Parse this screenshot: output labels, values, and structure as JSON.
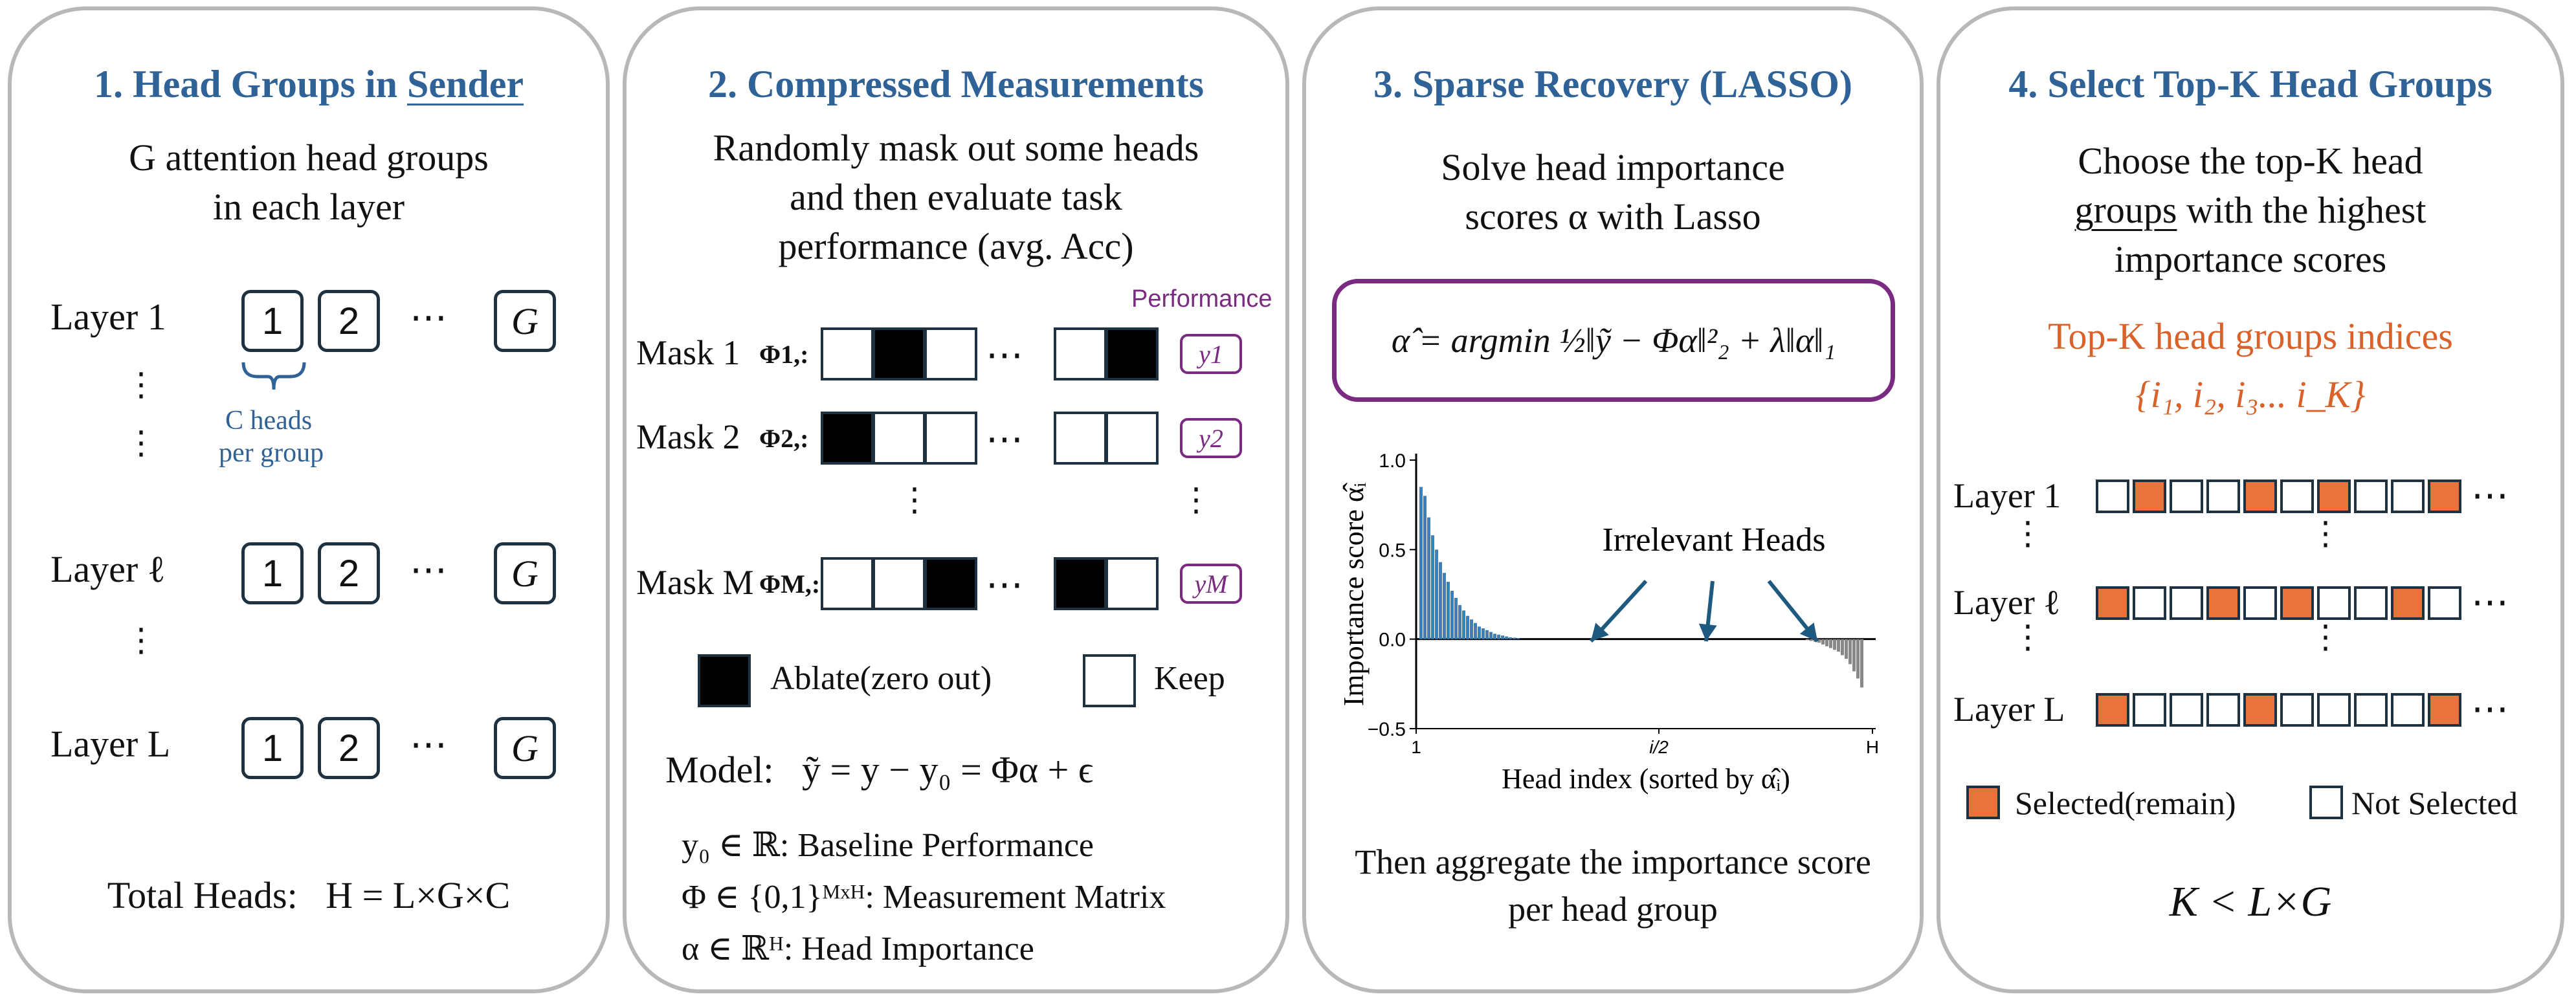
{
  "panels": [
    {
      "title_prefix": "1. Head Groups in ",
      "title_underlined": "Sender",
      "intro_line1": "G attention head groups",
      "intro_line2": "in each layer",
      "layers": [
        "Layer 1",
        "Layer ℓ",
        "Layer L"
      ],
      "group_labels": [
        "1",
        "2",
        "G"
      ],
      "brace_line1": "C heads",
      "brace_line2": "per group",
      "total": "Total Heads:   H = L×G×C"
    },
    {
      "title": "2. Compressed Measurements",
      "intro": [
        "Randomly mask out some heads",
        "and then evaluate task",
        "performance (avg. Acc)"
      ],
      "performance_label": "Performance",
      "masks": [
        {
          "label": "Mask 1",
          "phi": "Φ1,:",
          "y": "y1",
          "cells": [
            0,
            1,
            0,
            0,
            1
          ]
        },
        {
          "label": "Mask 2",
          "phi": "Φ2,:",
          "y": "y2",
          "cells": [
            1,
            0,
            0,
            0,
            0
          ]
        },
        {
          "label": "Mask M",
          "phi": "ΦM,:",
          "y": "yM",
          "cells": [
            0,
            0,
            1,
            1,
            0
          ]
        }
      ],
      "legend_ablate": "Ablate(zero out)",
      "legend_keep": "Keep",
      "model": "Model:   ỹ = y − y₀ = Φα + ϵ",
      "defs": [
        "y₀ ∈ ℝ: Baseline Performance",
        "Φ ∈ {0,1}ᴹˣᴴ: Measurement Matrix",
        "α ∈ ℝᴴ: Head Importance"
      ]
    },
    {
      "title": "3. Sparse Recovery (LASSO)",
      "intro": [
        "Solve head importance",
        "scores α with Lasso"
      ],
      "equation": "α̂ = argmin ½‖ỹ − Φα‖²₂ + λ‖α‖₁",
      "annotation": "Irrelevant Heads",
      "outro": [
        "Then aggregate the importance score",
        "per head group"
      ]
    },
    {
      "title": "4. Select Top-K Head Groups",
      "intro": [
        "Choose the top-K head",
        "groups",
        " with the highest",
        "importance scores"
      ],
      "topk_label": "Top-K head groups indices",
      "topk_set": "{i₁, i₂, i₃... i_K}",
      "rows": [
        {
          "label": "Layer 1",
          "selected": [
            0,
            1,
            0,
            0,
            1,
            0,
            1,
            0,
            0,
            1
          ]
        },
        {
          "label": "Layer ℓ",
          "selected": [
            1,
            0,
            0,
            1,
            0,
            1,
            0,
            0,
            1,
            0
          ]
        },
        {
          "label": "Layer L",
          "selected": [
            1,
            0,
            0,
            0,
            1,
            0,
            0,
            0,
            0,
            1
          ]
        }
      ],
      "legend_selected": "Selected(remain)",
      "legend_not": "Not Selected",
      "constraint": "K < L×G"
    }
  ],
  "chart_data": {
    "type": "bar",
    "ylabel": "Importance score α̂ᵢ",
    "xlabel": "Head index (sorted by α̂ᵢ)",
    "xticks": [
      "1",
      "i/2",
      "H"
    ],
    "yticks": [
      "1.0",
      "0.5",
      "0.0",
      "−0.5"
    ],
    "ylim": [
      -0.5,
      1.0
    ],
    "values_head": [
      0.85,
      0.8,
      0.68,
      0.58,
      0.5,
      0.43,
      0.37,
      0.32,
      0.27,
      0.23,
      0.19,
      0.16,
      0.13,
      0.11,
      0.09,
      0.07,
      0.06,
      0.05,
      0.04,
      0.03,
      0.025,
      0.02,
      0.015,
      0.01,
      0.008,
      0.005
    ],
    "values_tail": [
      -0.005,
      -0.01,
      -0.015,
      -0.02,
      -0.03,
      -0.04,
      -0.05,
      -0.06,
      -0.07,
      -0.09,
      -0.11,
      -0.14,
      -0.18,
      -0.22,
      -0.27
    ]
  },
  "colors": {
    "title": "#2f6296",
    "purple": "#7a2a80",
    "orange": "#d9622b",
    "bar": "#3d7fb8",
    "neg": "#888888"
  }
}
